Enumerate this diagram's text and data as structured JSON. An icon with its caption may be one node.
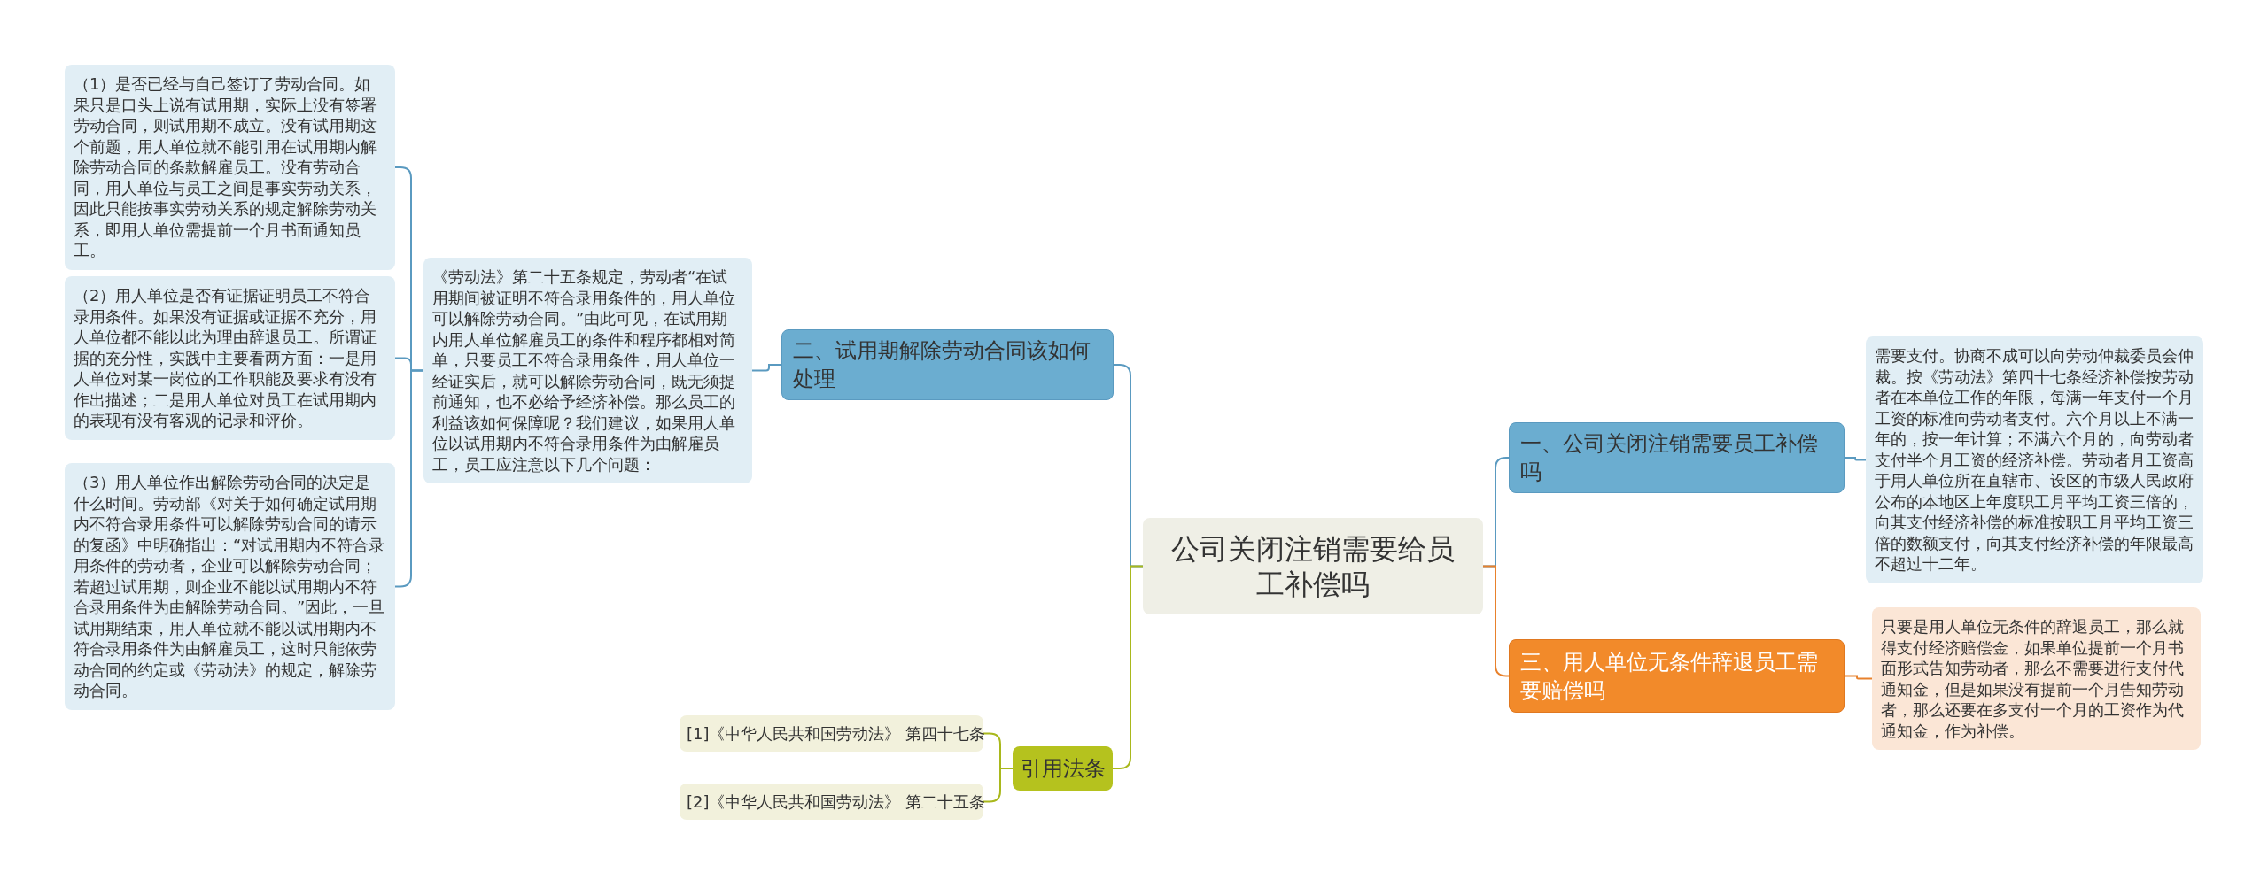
{
  "diagram": {
    "nodes": [
      {
        "text": [
          "公司关闭注销需要给员工补偿吗"
        ]
      },
      {
        "text": [
          "二、试用期解除劳动合同该如何处理"
        ]
      },
      {
        "text": [
          "《劳动法》第二十五条规定，劳动者“在试用期间被证明不符合录用条件的，用人单位可以解除劳动合同。”由此可见，在试用期内用人单位解雇员工的条件和程序都相对简单，只要员工不符合录用条件，用人单位一经证实后，就可以解除劳动合同，既无须提前通知，也不必给予经济补偿。那么员工的利益该如何保障呢？我们建议，如果用人单位以试用期内不符合录用条件为由解雇员工，员工应注意以下几个问题："
        ]
      },
      {
        "text": [
          "（1）是否已经与自己签订了劳动合同。如果只是口头上说有试用期，实际上没有签署劳动合同，则试用期不成立。没有试用期这个前题，用人单位就不能引用在试用期内解除劳动合同的条款解雇员工。没有劳动合同，用人单位与员工之间是事实劳动关系，因此只能按事实劳动关系的规定解除劳动关系，即用人单位需提前一个月书面通知员工。"
        ]
      },
      {
        "text": [
          "（2）用人单位是否有证据证明员工不符合录用条件。如果没有证据或证据不充分，用人单位都不能以此为理由辞退员工。所谓证据的充分性，实践中主要看两方面：一是用人单位对某一岗位的工作职能及要求有没有作出描述；二是用人单位对员工在试用期内的表现有没有客观的记录和评价。"
        ]
      },
      {
        "text": [
          "（3）用人单位作出解除劳动合同的决定是什么时间。劳动部《对关于如何确定试用期内不符合录用条件可以解除劳动合同的请示的复函》中明确指出：“对试用期内不符合录用条件的劳动者，企业可以解除劳动合同；若超过试用期，则企业不能以试用期内不符合录用条件为由解除劳动合同。”因此，一旦试用期结束，用人单位就不能以试用期内不符合录用条件为由解雇员工，这时只能依劳动合同的约定或《劳动法》的规定，解除劳动合同。"
        ]
      },
      {
        "text": [
          "一、公司关闭注销需要员工补偿吗"
        ]
      },
      {
        "text": [
          "需要支付。协商不成可以向劳动仲裁委员会仲裁。按《劳动法》第四十七条经济补偿按劳动者在本单位工作的年限，每满一年支付一个月工资的标准向劳动者支付。六个月以上不满一年的，按一年计算；不满六个月的，向劳动者支付半个月工资的经济补偿。劳动者月工资高于用人单位所在直辖市、设区的市级人民政府公布的本地区上年度职工月平均工资三倍的，向其支付经济补偿的标准按职工月平均工资三倍的数额支付，向其支付经济补偿的年限最高不超过十二年。"
        ]
      },
      {
        "text": [
          "三、用人单位无条件辞退员工需要赔偿吗"
        ]
      },
      {
        "text": [
          "只要是用人单位无条件的辞退员工，那么就得支付经济赔偿金，如果单位提前一个月书面形式告知劳动者，那么不需要进行支付代通知金，但是如果没有提前一个月告知劳动者，那么还要在多支付一个月的工资作为代通知金，作为补偿。"
        ]
      },
      {
        "text": [
          "引用法条"
        ]
      },
      {
        "text": [
          "[1]《中华人民共和国劳动法》 第四十七条"
        ]
      },
      {
        "text": [
          "[2]《中华人民共和国劳动法》 第二十五条"
        ]
      }
    ],
    "edges": [
      {
        "from": 0,
        "to": 1,
        "arrow": "none"
      },
      {
        "from": 1,
        "to": 2,
        "arrow": "none"
      },
      {
        "from": 2,
        "to": 3,
        "arrow": "none"
      },
      {
        "from": 2,
        "to": 4,
        "arrow": "none"
      },
      {
        "from": 2,
        "to": 5,
        "arrow": "none"
      },
      {
        "from": 0,
        "to": 6,
        "arrow": "none"
      },
      {
        "from": 6,
        "to": 7,
        "arrow": "none"
      },
      {
        "from": 0,
        "to": 8,
        "arrow": "none",
        "color": "#e8812c"
      },
      {
        "from": 8,
        "to": 9,
        "arrow": "none",
        "color": "#e8812c"
      },
      {
        "from": 0,
        "to": 10,
        "arrow": "none",
        "color": "#a9b81c"
      },
      {
        "from": 10,
        "to": 11,
        "arrow": "none",
        "color": "#a9b81c"
      },
      {
        "from": 10,
        "to": 12,
        "arrow": "none",
        "color": "#a9b81c"
      }
    ]
  }
}
